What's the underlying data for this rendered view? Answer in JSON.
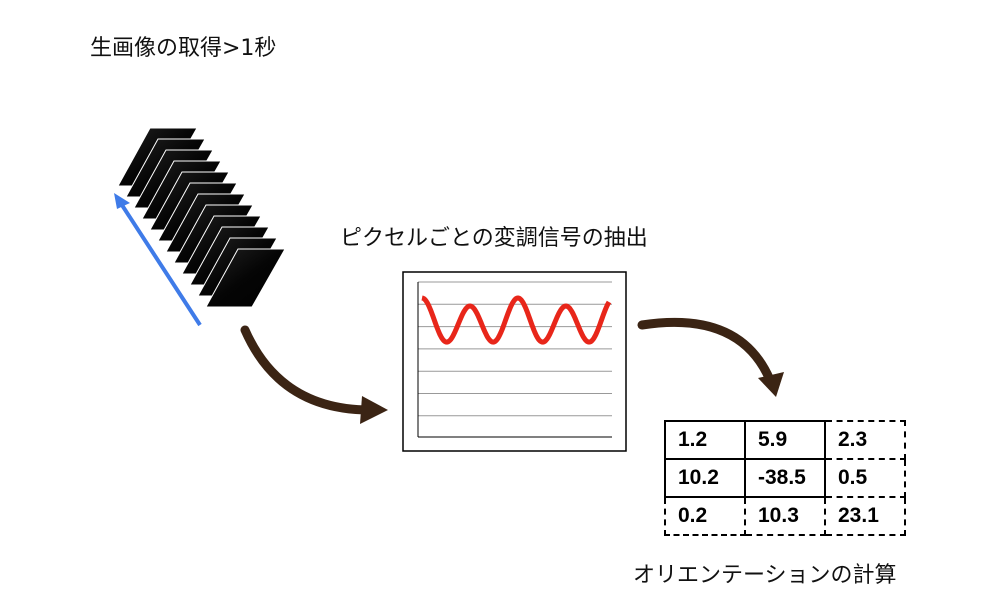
{
  "labels": {
    "acquire": "生画像の取得>1秒",
    "extract": "ピクセルごとの変調信号の抽出",
    "compute": "オリエンテーションの計算"
  },
  "colors": {
    "arrow": "#3b2414",
    "time_arrow": "#3f7be8",
    "signal": "#e8261a"
  },
  "table": {
    "rows": [
      [
        "1.2",
        "5.9",
        "2.3"
      ],
      [
        "10.2",
        "-38.5",
        "0.5"
      ],
      [
        "0.2",
        "10.3",
        "23.1"
      ]
    ]
  }
}
